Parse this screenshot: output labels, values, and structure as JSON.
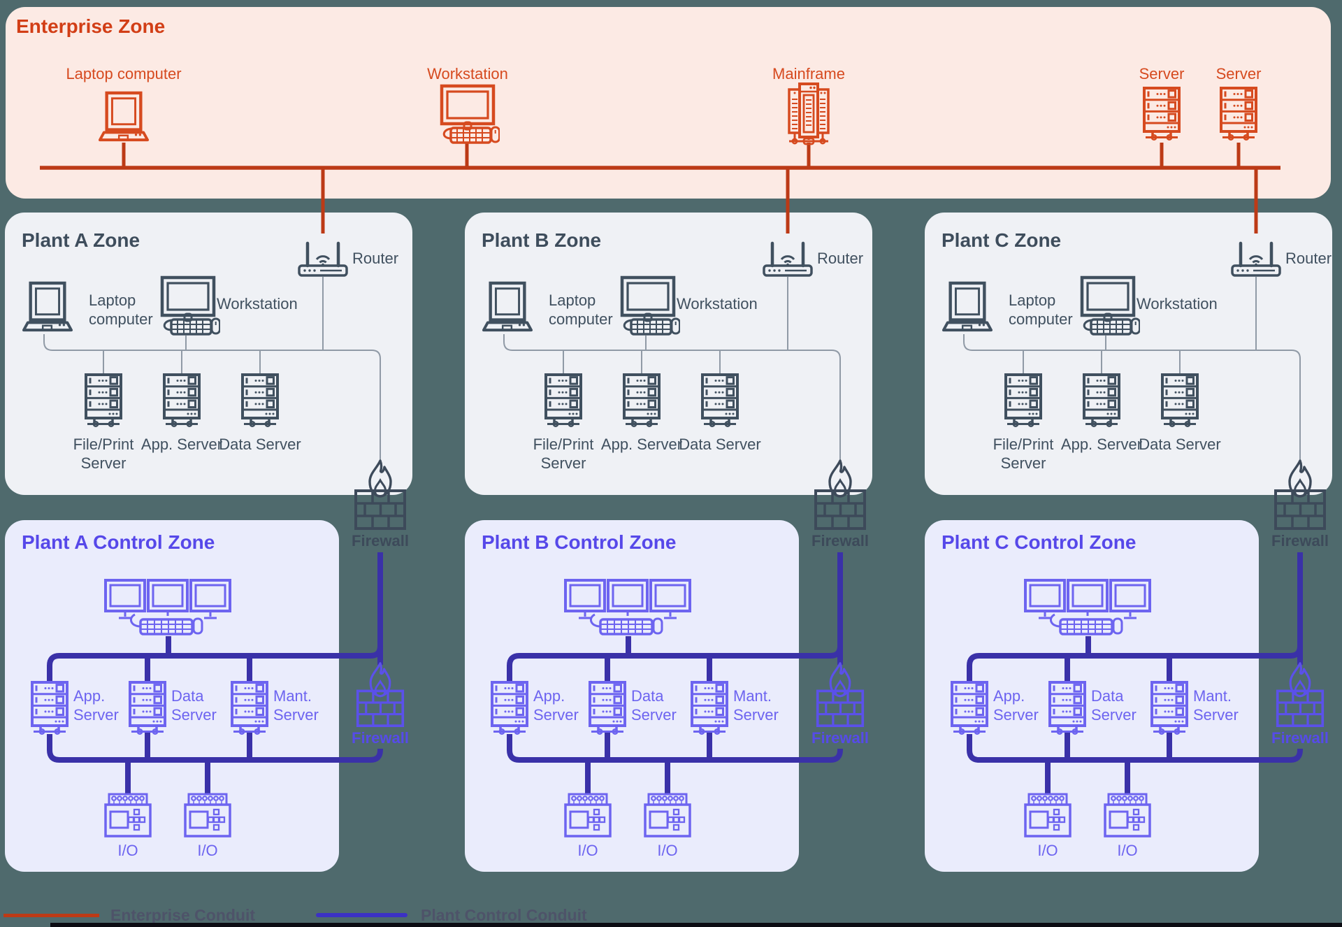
{
  "enterprise": {
    "title": "Enterprise Zone",
    "devices": [
      {
        "icon": "laptop-icon",
        "label": "Laptop computer"
      },
      {
        "icon": "workstation-icon",
        "label": "Workstation"
      },
      {
        "icon": "mainframe-icon",
        "label": "Mainframe"
      },
      {
        "icon": "server-icon",
        "label": "Server"
      },
      {
        "icon": "server-icon",
        "label": "Server"
      }
    ]
  },
  "zones": [
    {
      "plant_title": "Plant A Zone",
      "control_title": "Plant A Control Zone"
    },
    {
      "plant_title": "Plant B Zone",
      "control_title": "Plant B Control Zone"
    },
    {
      "plant_title": "Plant C Zone",
      "control_title": "Plant C Control Zone"
    }
  ],
  "shared": {
    "plant": {
      "router": "Router",
      "laptop": "Laptop computer",
      "workstation": "Workstation",
      "servers": [
        "File/Print Server",
        "App. Server",
        "Data Server"
      ]
    },
    "control": {
      "servers": [
        "App. Server",
        "Data Server",
        "Mant. Server"
      ],
      "io": [
        "I/O",
        "I/O"
      ]
    },
    "firewall": "Firewall"
  },
  "legend": {
    "enterprise_conduit": "Enterprise Conduit",
    "plant_control_conduit": "Plant Control Conduit"
  },
  "colors": {
    "background": "#4f6a6d",
    "enterprise_fill": "#fceae4",
    "enterprise_ink": "#d64a1f",
    "enterprise_bus": "#bc3a16",
    "plant_fill": "#eff1f5",
    "plant_ink": "#40505f",
    "thin_wire": "#909aa6",
    "control_fill": "#eaecfc",
    "control_ink": "#6d64f0",
    "control_conduit": "#3a31a8",
    "firewall_blue": "#5b51ea",
    "firewall_gray": "#3d4a5a",
    "legend_blue": "#3c31c4"
  }
}
